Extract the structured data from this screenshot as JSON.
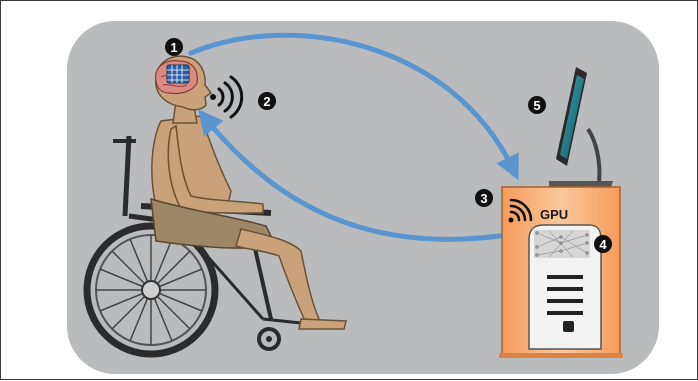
{
  "labels": {
    "gpu": "GPU",
    "step_1": "1",
    "step_2": "2",
    "step_3": "3",
    "step_4": "4",
    "step_5": "5"
  },
  "colors": {
    "panel": "#b9bbbd",
    "skin": "#c9a27c",
    "cloth": "#9e8766",
    "arrow": "#5b95d0",
    "gpu_box": "#f7a86a",
    "gpu_box_light": "#fbc89b",
    "marker": "#111111"
  },
  "icons": {
    "brain_implant": "brain-with-electrode-grid",
    "signal_head": "wireless-waves",
    "signal_gpu": "wireless-waves",
    "monitor": "computer-monitor",
    "neural_net": "neural-network-graph",
    "wheelchair": "wheelchair"
  }
}
